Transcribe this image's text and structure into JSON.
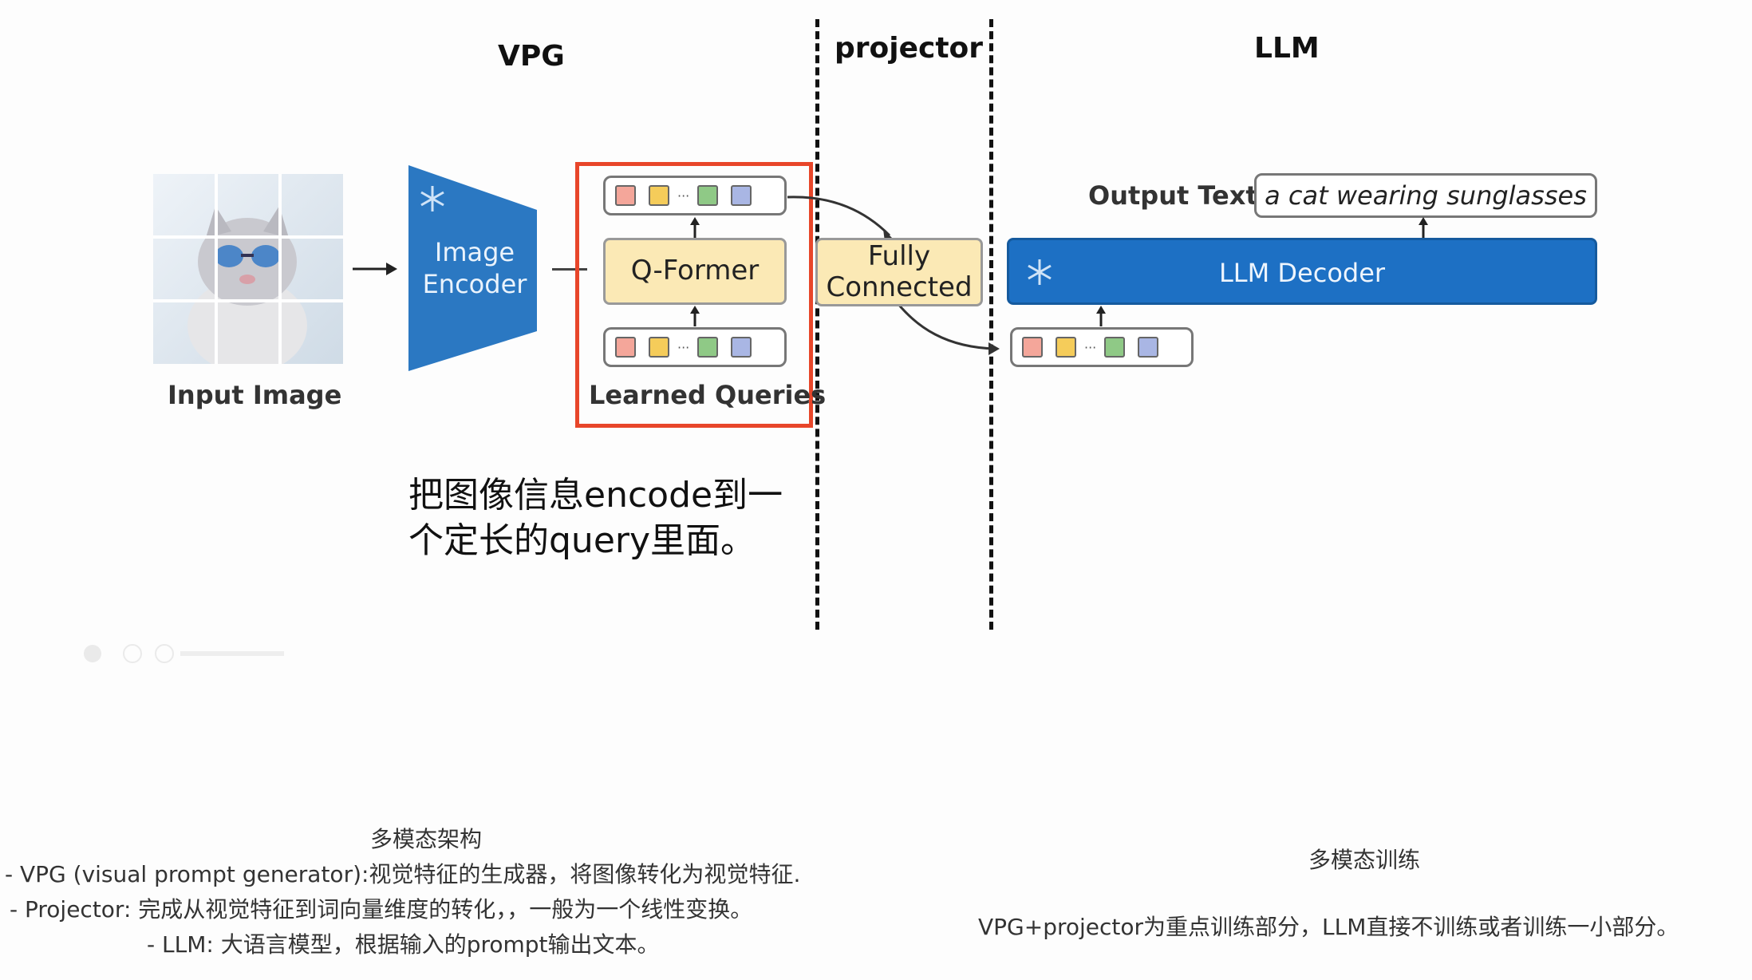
{
  "sections": {
    "vpg": "VPG",
    "projector": "projector",
    "llm": "LLM"
  },
  "diagram": {
    "input_image_caption": "Input Image",
    "image_encoder": "Image Encoder",
    "q_former": "Q-Former",
    "learned_queries": "Learned Queries",
    "fully_connected": "Fully Connected",
    "llm_decoder": "LLM Decoder",
    "output_text_label": "Output Text",
    "output_text_value": "a cat wearing sunglasses",
    "token_colors": [
      "#f4a69a",
      "#f5cc5a",
      "#8fc986",
      "#a9b6e4"
    ],
    "highlight_color": "#e8462a",
    "encoder_color": "#2b78c2",
    "decoder_color": "#1d70c4"
  },
  "note": {
    "line1": "把图像信息encode到一",
    "line2": "个定长的query里面。"
  },
  "bottom_left": {
    "title": "多模态架构",
    "lines": [
      "- VPG (visual prompt generator):视觉特征的生成器，将图像转化为视觉特征.",
      "- Projector: 完成从视觉特征到词向量维度的转化，，一般为一个线性变换。",
      "- LLM: 大语言模型，根据输入的prompt输出文本。"
    ]
  },
  "bottom_right": {
    "title": "多模态训练",
    "line": "VPG+projector为重点训练部分，LLM直接不训练或者训练一小部分。"
  }
}
